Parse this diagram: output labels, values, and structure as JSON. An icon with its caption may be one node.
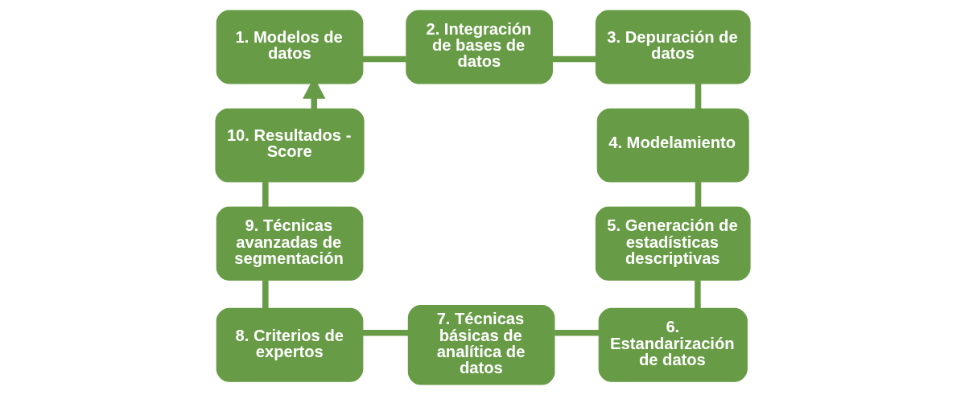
{
  "diagram": {
    "nodes": [
      {
        "text": [
          "1. Modelos de datos"
        ]
      },
      {
        "text": [
          "2. Integración de bases de datos"
        ]
      },
      {
        "text": [
          "3. Depuración de datos"
        ]
      },
      {
        "text": [
          "4. Modelamiento"
        ]
      },
      {
        "text": [
          "5. Generación de estadísticas descriptivas"
        ]
      },
      {
        "text": [
          "6. Estandarización de datos"
        ]
      },
      {
        "text": [
          "7. Técnicas básicas de analítica de datos"
        ]
      },
      {
        "text": [
          "8. Criterios de expertos"
        ]
      },
      {
        "text": [
          "9. Técnicas avanzadas de segmentación"
        ]
      },
      {
        "text": [
          "10. Resultados - Score"
        ]
      }
    ],
    "edges": [
      {
        "from": 0,
        "to": 1,
        "arrow": "none"
      },
      {
        "from": 1,
        "to": 2,
        "arrow": "none"
      },
      {
        "from": 2,
        "to": 3,
        "arrow": "none"
      },
      {
        "from": 3,
        "to": 4,
        "arrow": "none"
      },
      {
        "from": 4,
        "to": 5,
        "arrow": "none"
      },
      {
        "from": 5,
        "to": 6,
        "arrow": "none"
      },
      {
        "from": 6,
        "to": 7,
        "arrow": "none"
      },
      {
        "from": 7,
        "to": 8,
        "arrow": "none"
      },
      {
        "from": 8,
        "to": 9,
        "arrow": "none"
      },
      {
        "from": 9,
        "to": 0,
        "arrow": "to"
      }
    ]
  }
}
